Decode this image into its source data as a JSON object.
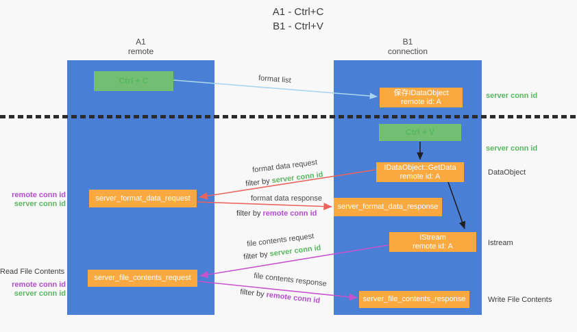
{
  "title": {
    "line1": "A1 - Ctrl+C",
    "line2": "B1 - Ctrl+V"
  },
  "lanes": {
    "left": {
      "name": "A1",
      "subtitle": "remote"
    },
    "right": {
      "name": "B1",
      "subtitle": "connection"
    }
  },
  "nodes": {
    "ctrl_c": "Ctrl + C",
    "ctrl_v": "Ctrl + V",
    "save_idataobject_line1": "保存IDataObject",
    "save_idataobject_line2": "remote id: A",
    "getdata_line1": "IDataObject::GetData",
    "getdata_line2": "remote id: A",
    "istream_line1": "IStream",
    "istream_line2": "remote id: A",
    "format_request": "server_format_data_request",
    "format_response": "server_format_data_response",
    "file_request": "server_file_contents_request",
    "file_response": "server_file_contents_response"
  },
  "labels": {
    "format_list": "format list",
    "format_data_request": "format data request",
    "format_data_response": "format data response",
    "file_contents_request": "file contents request",
    "file_contents_response": "file contents response",
    "filter_by": "filter by ",
    "server_conn_id": "server conn id",
    "remote_conn_id": "remote conn id",
    "dataobject": "DataObject",
    "istream": "Istream",
    "read_file_contents": "Read File Contents",
    "write_file_contents": "Write File Contents"
  },
  "colors": {
    "lane_blue": "#4a7fd6",
    "node_orange": "#f9a940",
    "node_green": "#72bf74",
    "text_green": "#57b75e",
    "text_purple": "#b44ccd",
    "arrow_red": "#e8645c",
    "arrow_magenta": "#c653cc",
    "arrow_light_blue": "#a9d3ee",
    "arrow_black": "#1f1f1f",
    "background": "#f8f8f8",
    "divider_black": "#2b2b2b"
  }
}
